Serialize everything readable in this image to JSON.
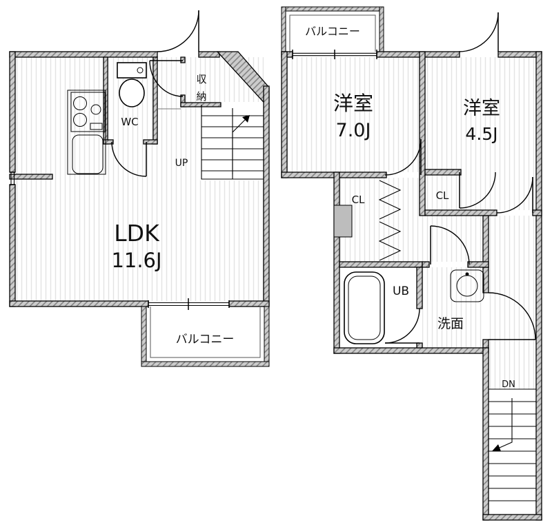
{
  "colors": {
    "wall_fill": "#cccccc",
    "hatch_line": "#7e7e7e",
    "floor_stripe": "#e3e3e3",
    "outline": "#000000"
  },
  "floor1": {
    "ldk": {
      "name": "LDK",
      "size": "11.6J"
    },
    "wc_label": "WC",
    "storage_char1": "収",
    "storage_char2": "納",
    "stairs_label": "UP",
    "balcony_label": "バルコニー"
  },
  "floor2": {
    "bedroom_a": {
      "name": "洋室",
      "size": "7.0J"
    },
    "bedroom_b": {
      "name": "洋室",
      "size": "4.5J"
    },
    "closet_a_label": "CL",
    "closet_b_label": "CL",
    "bath_label": "UB",
    "washroom_label": "洗面",
    "stairs_label": "DN",
    "balcony_label": "バルコニー"
  }
}
